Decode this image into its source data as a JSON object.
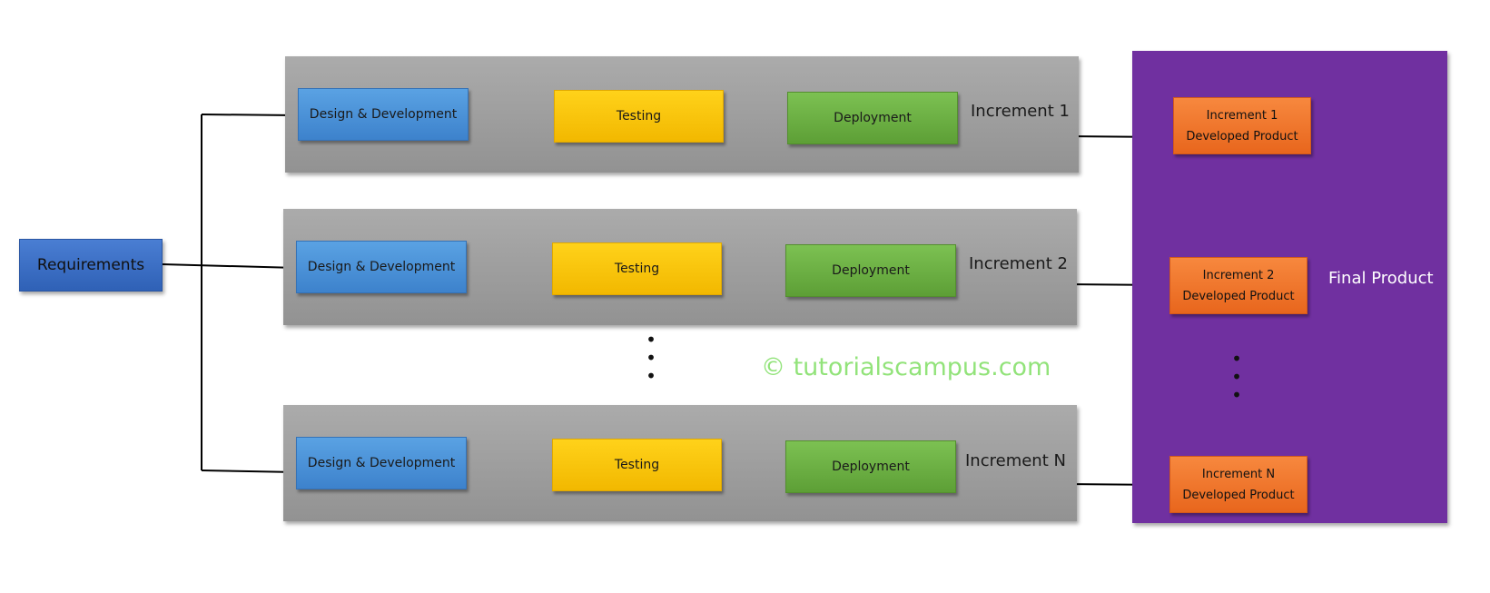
{
  "requirements_label": "Requirements",
  "increments": [
    {
      "design_label": "Design & Development",
      "testing_label": "Testing",
      "deployment_label": "Deployment",
      "increment_label": "Increment 1",
      "product_line1": "Increment 1",
      "product_line2": "Developed Product"
    },
    {
      "design_label": "Design & Development",
      "testing_label": "Testing",
      "deployment_label": "Deployment",
      "increment_label": "Increment 2",
      "product_line1": "Increment 2",
      "product_line2": "Developed Product"
    },
    {
      "design_label": "Design & Development",
      "testing_label": "Testing",
      "deployment_label": "Deployment",
      "increment_label": "Increment N",
      "product_line1": "Increment N",
      "product_line2": "Developed Product"
    }
  ],
  "final_product_label": "Final Product",
  "watermark": "© tutorialscampus.com",
  "ellipsis": "•",
  "colors": {
    "band": "#9e9e9e",
    "design_box": "#4a90d9",
    "testing_box": "#ffc800",
    "deployment_box": "#6cb044",
    "requirements_box": "#3a6fc4",
    "final_panel": "#7030a0",
    "product_box": "#f07a2e",
    "watermark": "#92e37a"
  }
}
